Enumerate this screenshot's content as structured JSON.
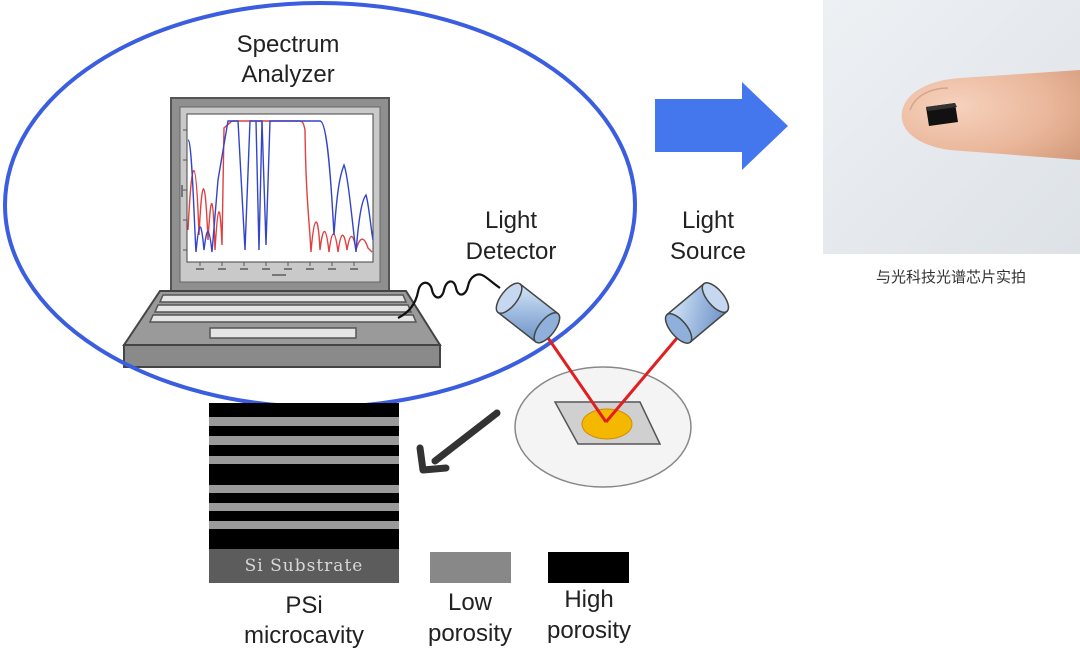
{
  "labels": {
    "spectrum_analyzer": [
      "Spectrum",
      "Analyzer"
    ],
    "light_detector": [
      "Light",
      "Detector"
    ],
    "light_source": [
      "Light",
      "Source"
    ],
    "si_substrate": "Si Substrate",
    "psi_microcavity": [
      "PSi",
      "microcavity"
    ],
    "low_porosity": [
      "Low",
      "porosity"
    ],
    "high_porosity": [
      "High",
      "porosity"
    ],
    "photo_caption": "与光科技光谱芯片实拍"
  },
  "icons": {
    "arrow_right": "arrow-right-icon",
    "arrow_down_left": "arrow-down-left-icon"
  },
  "colors": {
    "ellipse": "#3b5ee0",
    "arrow_blue": "#4477ee",
    "laser": "#e02020",
    "plot_red": "#e04040",
    "plot_blue": "#3344cc",
    "spot": "#f5b800",
    "low_porosity": "#888888",
    "high_porosity": "#000000"
  }
}
